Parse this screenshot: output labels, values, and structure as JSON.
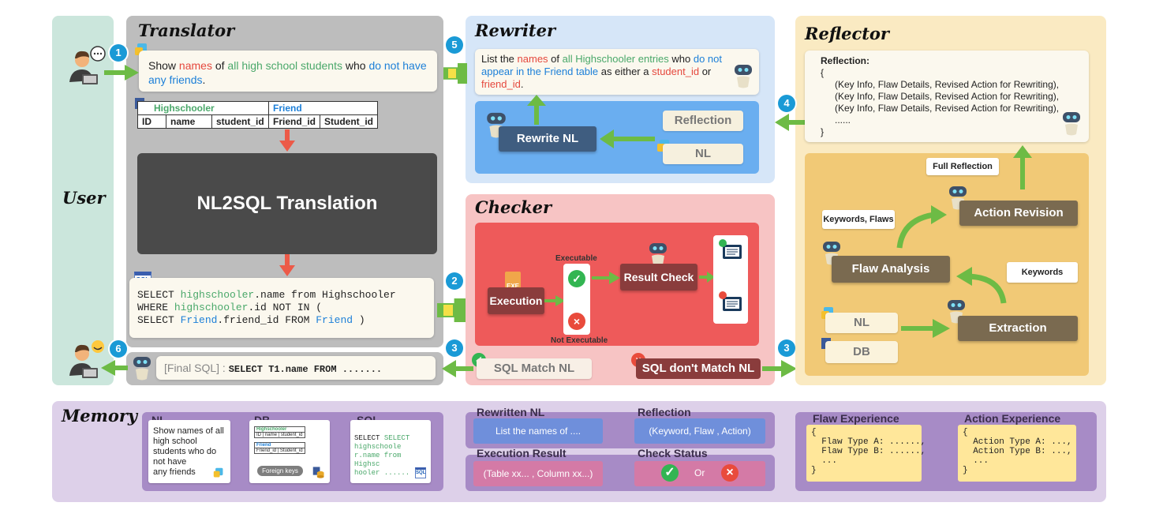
{
  "user": {
    "label": "User"
  },
  "badges": {
    "b1": "1",
    "b2": "2",
    "b3a": "3",
    "b3b": "3",
    "b4": "4",
    "b5": "5",
    "b6": "6"
  },
  "translator": {
    "title": "Translator",
    "question_parts": [
      "Show ",
      "names",
      " of ",
      "all high school students",
      " who ",
      "do not",
      " have any friends",
      "."
    ],
    "table1": {
      "name": "Highschooler",
      "cols": [
        "ID",
        "name",
        "student_id"
      ]
    },
    "table2": {
      "name": "Friend",
      "cols": [
        "Friend_id",
        "Student_id"
      ]
    },
    "translation_label": "NL2SQL Translation",
    "sql_icon": "SQL",
    "sql_lines": [
      [
        "SELECT ",
        "highschooler",
        ".name from Highschooler"
      ],
      [
        "WHERE ",
        "highschooler",
        ".id NOT IN ("
      ],
      [
        "SELECT ",
        "Friend",
        ".friend_id FROM ",
        "Friend",
        " )"
      ]
    ],
    "final_sql_prefix": "[Final SQL] : ",
    "final_sql": "SELECT T1.name FROM ......."
  },
  "rewriter": {
    "title": "Rewriter",
    "text_parts": [
      "List the ",
      "names",
      " of ",
      "all Highschooler entries",
      " who ",
      "do not appear in the Friend table",
      " as either a ",
      "student_id",
      " or ",
      "friend_id",
      "."
    ],
    "rewrite_label": "Rewrite NL",
    "reflection_pill": "Reflection",
    "nl_pill": "NL"
  },
  "checker": {
    "title": "Checker",
    "execution": "Execution",
    "exe_icon": "EXE",
    "executable": "Executable",
    "not_executable": "Not Executable",
    "result_check": "Result Check",
    "match": "SQL Match NL",
    "nomatch": "SQL don't Match NL"
  },
  "reflector": {
    "title": "Reflector",
    "reflection_head": "Reflection:",
    "reflection_lines": [
      "{",
      "(Key Info, Flaw Details, Revised Action for Rewriting),",
      "(Key Info, Flaw Details, Revised Action for Rewriting),",
      "(Key Info, Flaw Details, Revised Action for Rewriting),",
      "......",
      "}"
    ],
    "full_reflection": "Full Reflection",
    "action_revision": "Action Revision",
    "keywords_flaws": "Keywords, Flaws",
    "flaw_analysis": "Flaw Analysis",
    "keywords": "Keywords",
    "nl": "NL",
    "db": "DB",
    "extraction": "Extraction"
  },
  "memory": {
    "title": "Memory",
    "nl_head": "NL",
    "nl_text": [
      "Show names of all",
      "high school",
      "students who do",
      "not have",
      "any friends"
    ],
    "db_head": "DB",
    "db_mini_t1": "Highschooler",
    "db_mini_t1_cols": [
      "ID",
      "name",
      "student_id"
    ],
    "db_mini_t2": "Friend",
    "db_mini_t2_cols": [
      "Friend_id",
      "Student_id"
    ],
    "foreign_keys": "Foreign keys",
    "sql_head": "SQL",
    "sql_text": [
      "SELECT highschoole",
      "r.name from Highsc",
      "hooler ......"
    ],
    "sql_icon": "SQL",
    "rewritten_head": "Rewritten NL",
    "rewritten_val": "List the names of ....",
    "reflection_head": "Reflection",
    "reflection_val": "(Keyword, Flaw , Action)",
    "exec_head": "Execution Result",
    "exec_val": "(Table xx... , Column xx...)",
    "check_head": "Check Status",
    "check_or": "Or",
    "flaw_exp_head": "Flaw Experience",
    "flaw_exp": "{\n  Flaw Type A: ......,\n  Flaw Type B: ......,\n  ...\n}",
    "action_exp_head": "Action Experience",
    "action_exp": "{\n  Action Type A: ...,\n  Action Type B: ...,\n  ...\n}"
  },
  "colors": {
    "user_bg": "#cbe6dc",
    "translator_bg": "#bdbdbd",
    "rewriter_bg": "#d6e6f8",
    "checker_bg": "#f7c4c4",
    "reflector_bg": "#faeac2",
    "memory_bg": "#ddd0e9",
    "arrow_green": "#6dbb45",
    "arrow_red": "#ec5a48"
  }
}
